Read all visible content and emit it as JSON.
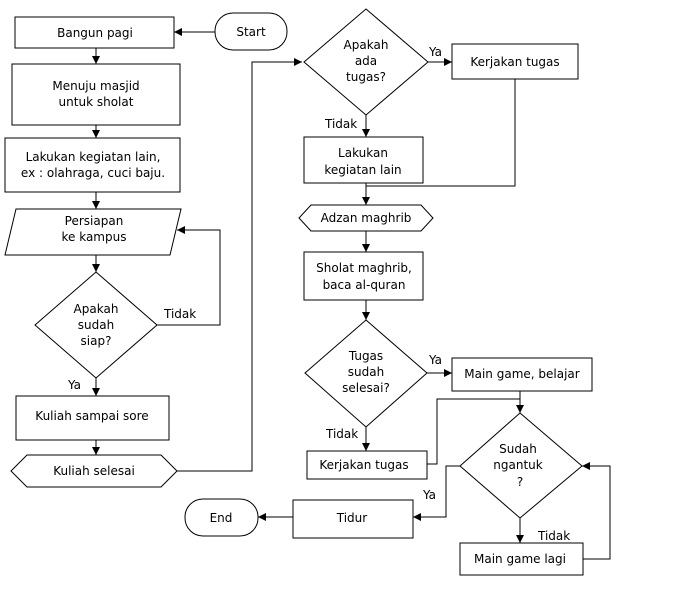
{
  "nodes": {
    "start": "Start",
    "bangun": "Bangun pagi",
    "masjid": [
      "Menuju masjid",
      "untuk sholat"
    ],
    "lain": [
      "Lakukan kegiatan lain,",
      "ex : olahraga, cuci baju."
    ],
    "persiapan": [
      "Persiapan",
      "ke kampus"
    ],
    "siap": [
      "Apakah",
      "sudah",
      "siap?"
    ],
    "kuliah": "Kuliah sampai sore",
    "kuliah_selesai": "Kuliah selesai",
    "ada_tugas": [
      "Apakah",
      "ada",
      "tugas?"
    ],
    "kerjakan1": "Kerjakan tugas",
    "lakukan_lain": [
      "Lakukan",
      "kegiatan lain"
    ],
    "adzan": "Adzan maghrib",
    "sholat": [
      "Sholat maghrib,",
      "baca al-quran"
    ],
    "tugas_selesai": [
      "Tugas",
      "sudah",
      "selesai?"
    ],
    "main_game": "Main game, belajar",
    "kerjakan2": "Kerjakan tugas",
    "ngantuk": [
      "Sudah",
      "ngantuk",
      "?"
    ],
    "main_lagi": "Main game lagi",
    "tidur": "Tidur",
    "end": "End"
  },
  "labels": {
    "siap_no": "Tidak",
    "siap_yes": "Ya",
    "tugas_yes": "Ya",
    "tugas_no": "Tidak",
    "selesai_yes": "Ya",
    "selesai_no": "Tidak",
    "ngantuk_yes": "Ya",
    "ngantuk_no": "Tidak"
  }
}
